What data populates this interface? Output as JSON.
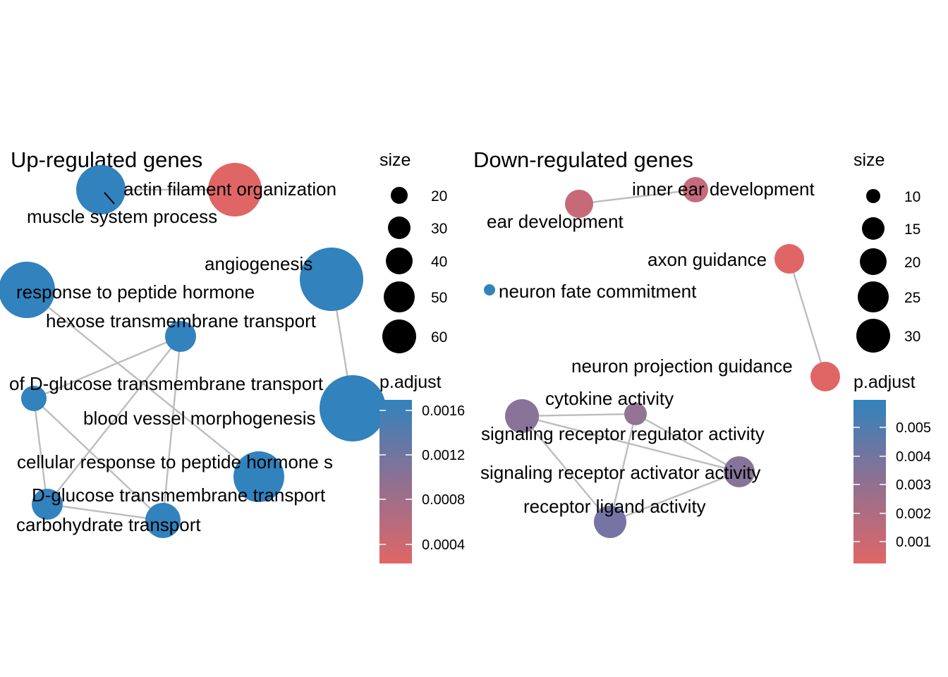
{
  "colors": {
    "edge": "#bdbdbd",
    "blue": "#3182bd",
    "red": "#e06666"
  },
  "panels": [
    {
      "id": "up",
      "title": "Up-regulated genes",
      "size_legend": {
        "title": "size",
        "values": [
          20,
          30,
          40,
          50,
          60
        ]
      },
      "color_legend": {
        "title": "p.adjust",
        "ticks": [
          "0.0016",
          "0.0012",
          "0.0008",
          "0.0004"
        ]
      },
      "nodes": [
        {
          "id": "u1",
          "label": "actin filament organization",
          "color": "#e06666",
          "size": 38
        },
        {
          "id": "u2",
          "label": "muscle system process",
          "color": "#3182bd",
          "size": 35
        },
        {
          "id": "u3",
          "label": "angiogenesis",
          "color": "#3182bd",
          "size": 45
        },
        {
          "id": "u4",
          "label": "response to peptide hormone",
          "color": "#3182bd",
          "size": 40
        },
        {
          "id": "u5",
          "label": "hexose transmembrane transport",
          "color": "#3182bd",
          "size": 22
        },
        {
          "id": "u6",
          "label": "of D-glucose transmembrane transport",
          "color": "#3182bd",
          "size": 18
        },
        {
          "id": "u7",
          "label": "blood vessel morphogenesis",
          "color": "#3182bd",
          "size": 47
        },
        {
          "id": "u8",
          "label": "cellular response to peptide hormone s",
          "color": "#3182bd",
          "size": 36
        },
        {
          "id": "u9",
          "label": "D-glucose transmembrane transport",
          "color": "#3182bd",
          "size": 22
        },
        {
          "id": "u10",
          "label": "carbohydrate transport",
          "color": "#3182bd",
          "size": 25
        }
      ],
      "edges": [
        [
          "u2",
          "u1"
        ],
        [
          "u3",
          "u7"
        ],
        [
          "u4",
          "u8"
        ],
        [
          "u5",
          "u6"
        ],
        [
          "u5",
          "u9"
        ],
        [
          "u5",
          "u10"
        ],
        [
          "u6",
          "u9"
        ],
        [
          "u6",
          "u10"
        ],
        [
          "u9",
          "u10"
        ]
      ]
    },
    {
      "id": "down",
      "title": "Down-regulated genes",
      "size_legend": {
        "title": "size",
        "values": [
          10,
          15,
          20,
          25,
          30
        ]
      },
      "color_legend": {
        "title": "p.adjust",
        "ticks": [
          "0.005",
          "0.004",
          "0.003",
          "0.002",
          "0.001"
        ]
      },
      "nodes": [
        {
          "id": "d1",
          "label": "inner ear development",
          "color": "#c46b7d",
          "size": 18
        },
        {
          "id": "d2",
          "label": "ear development",
          "color": "#c76a78",
          "size": 20
        },
        {
          "id": "d3",
          "label": "axon guidance",
          "color": "#e06666",
          "size": 21
        },
        {
          "id": "d4",
          "label": "neuron fate commitment",
          "color": "#3182bd",
          "size": 8
        },
        {
          "id": "d5",
          "label": "neuron projection guidance",
          "color": "#e06666",
          "size": 21
        },
        {
          "id": "d6",
          "label": "cytokine activity",
          "color": "#937493",
          "size": 16
        },
        {
          "id": "d7",
          "label": "signaling receptor regulator activity",
          "color": "#8a7399",
          "size": 24
        },
        {
          "id": "d8",
          "label": "signaling receptor activator activity",
          "color": "#877499",
          "size": 22
        },
        {
          "id": "d9",
          "label": "receptor ligand activity",
          "color": "#7574a5",
          "size": 23
        }
      ],
      "edges": [
        [
          "d2",
          "d1"
        ],
        [
          "d3",
          "d5"
        ],
        [
          "d7",
          "d6"
        ],
        [
          "d7",
          "d8"
        ],
        [
          "d7",
          "d9"
        ],
        [
          "d6",
          "d8"
        ],
        [
          "d6",
          "d9"
        ],
        [
          "d8",
          "d9"
        ]
      ]
    }
  ]
}
